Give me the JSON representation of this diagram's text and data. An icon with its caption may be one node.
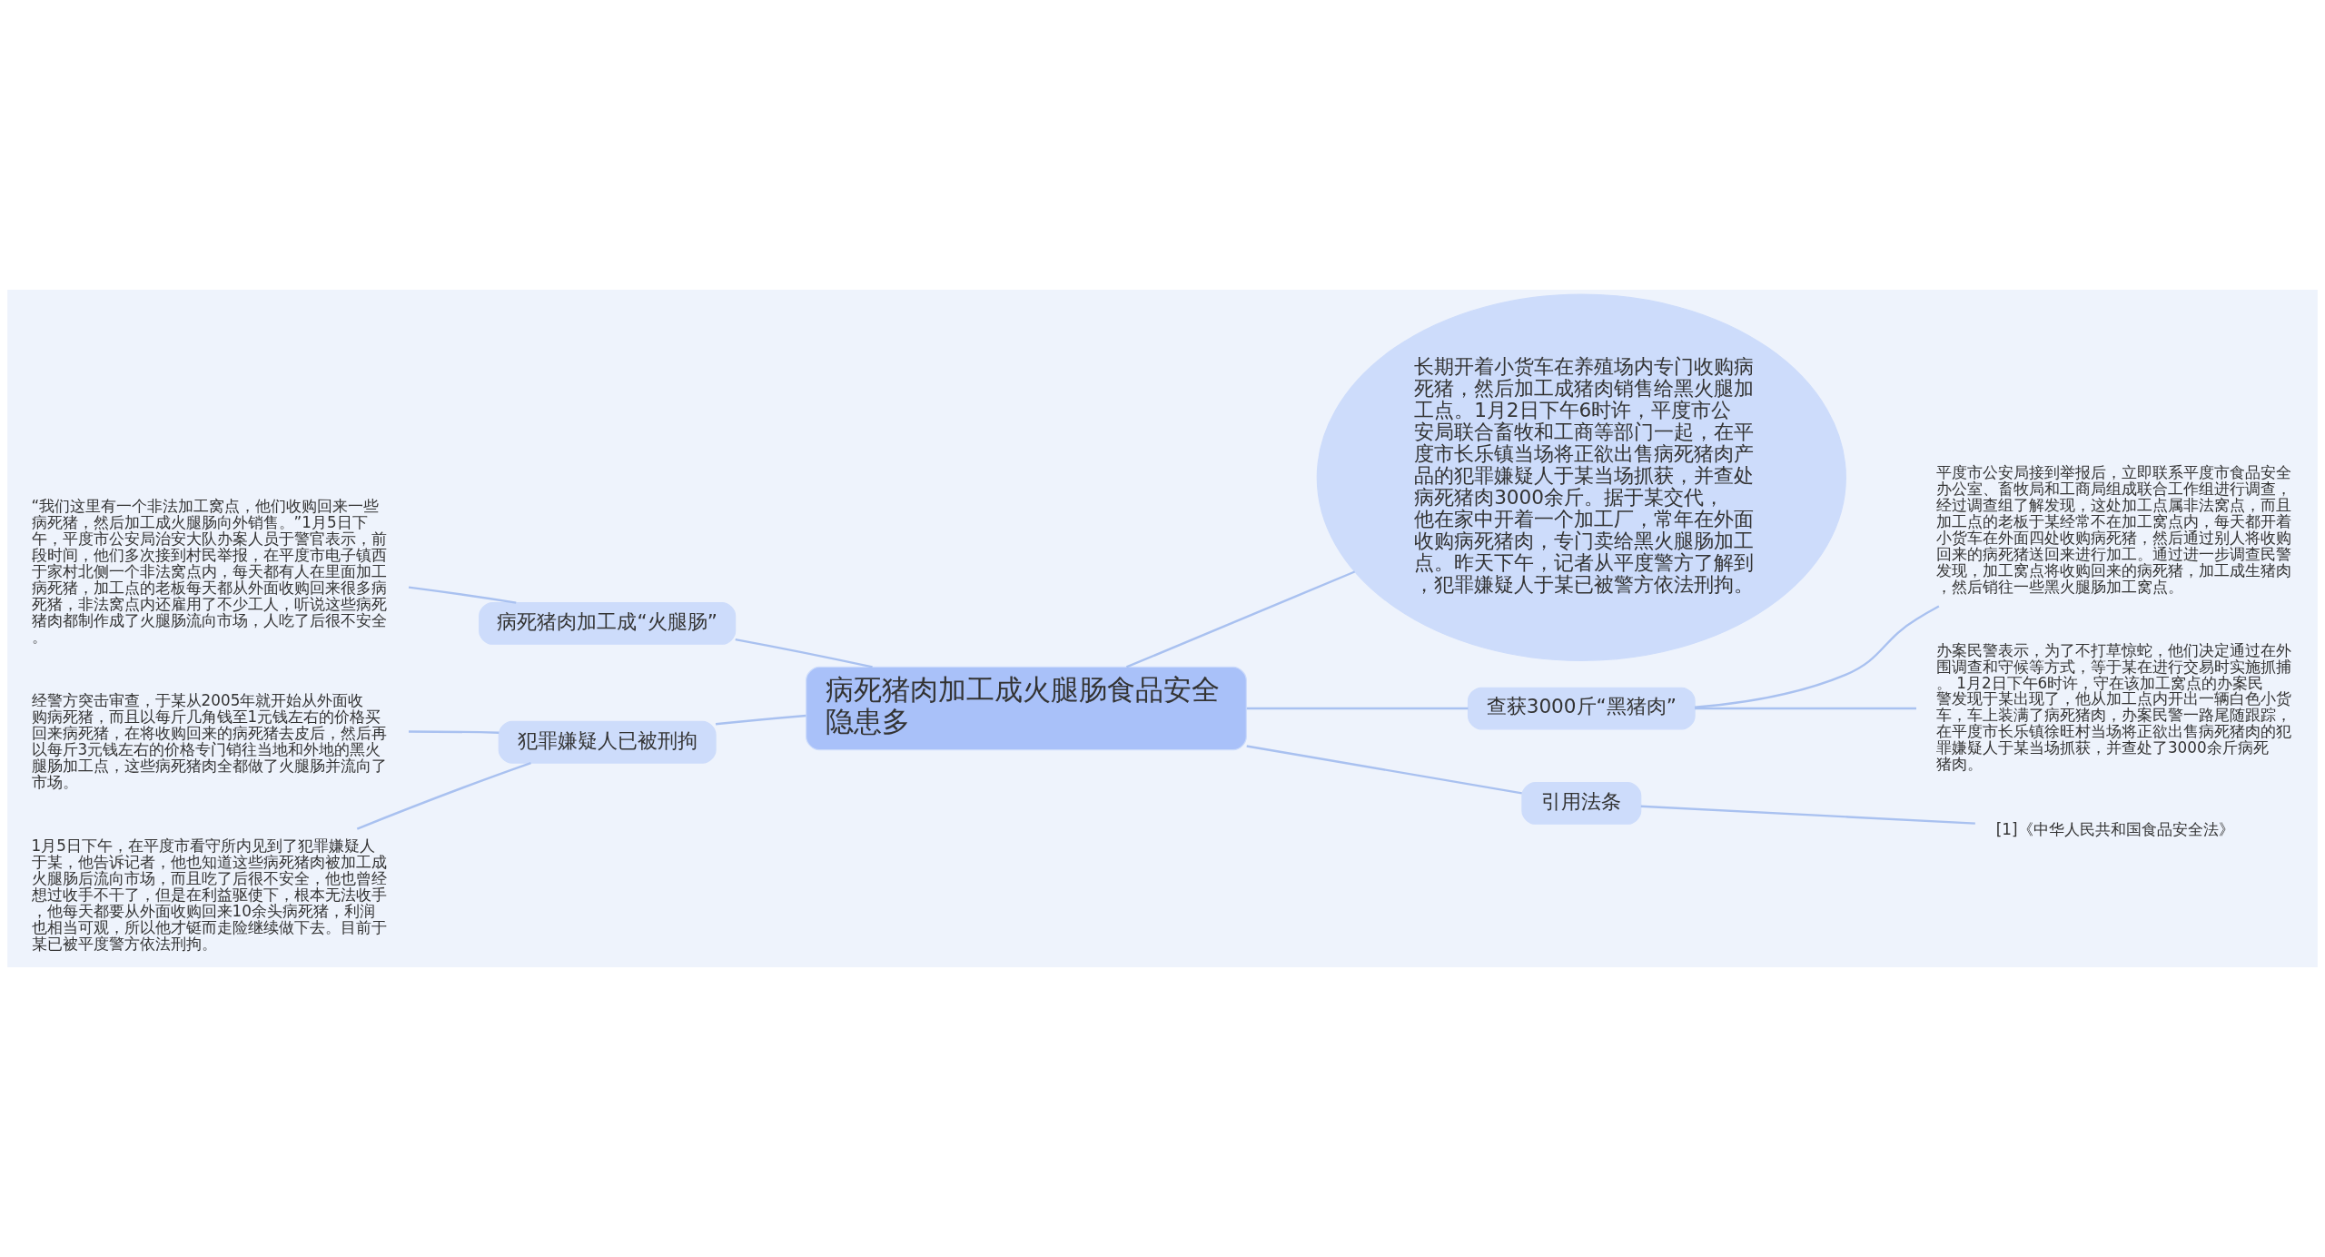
{
  "diagram": {
    "nodes": [
      {
        "text": [
          "病死猪肉加工成火腿肠食品安全隐患多"
        ]
      },
      {
        "text": [
          "长期开着小货车在养殖场内专门收购病死猪，然后加工成猪肉销售给黑火腿加工点。1月2日下午6时许，平度市公安局联合畜牧和工商等部门一起，在平度市长乐镇当场将正欲出售病死猪肉产品的犯罪嫌疑人于某当场抓获，并查处病死猪肉3000余斤。据于某交代，他在家中开着一个加工厂，常年在外面收购病死猪肉，专门卖给黑火腿肠加工点。昨天下午，记者从平度警方了解到，犯罪嫌疑人于某已被警方依法刑拘。"
        ]
      },
      {
        "text": [
          "病死猪肉加工成“火腿肠”"
        ]
      },
      {
        "text": [
          "“我们这里有一个非法加工窝点，他们收购回来一些病死猪，然后加工成火腿肠向外销售。”1月5日下午，平度市公安局治安大队办案人员于警官表示，前段时间，他们多次接到村民举报，在平度市电子镇西于家村北侧一个非法窝点内，每天都有人在里面加工病死猪，加工点的老板每天都从外面收购回来很多病死猪，非法窝点内还雇用了不少工人，听说这些病死猪肉都制作成了火腿肠流向市场，人吃了后很不安全。"
        ]
      },
      {
        "text": [
          "犯罪嫌疑人已被刑拘"
        ]
      },
      {
        "text": [
          "经警方突击审查，于某从2005年就开始从外面收购病死猪，而且以每斤几角钱至1元钱左右的价格买回来病死猪，在将收购回来的病死猪去皮后，然后再以每斤3元钱左右的价格专门销往当地和外地的黑火腿肠加工点，这些病死猪肉全都做了火腿肠并流向了市场。"
        ]
      },
      {
        "text": [
          "1月5日下午，在平度市看守所内见到了犯罪嫌疑人于某，他告诉记者，他也知道这些病死猪肉被加工成火腿肠后流向市场，而且吃了后很不安全，他也曾经想过收手不干了，但是在利益驱使下，根本无法收手，他每天都要从外面收购回来10余头病死猪，利润也相当可观，所以他才铤而走险继续做下去。目前于某已被平度警方依法刑拘。"
        ]
      },
      {
        "text": [
          "查获3000斤“黑猪肉”"
        ]
      },
      {
        "text": [
          "平度市公安局接到举报后，立即联系平度市食品安全办公室、畜牧局和工商局组成联合工作组进行调查，经过调查组了解发现，这处加工点属非法窝点，而且加工点的老板于某经常不在加工窝点内，每天都开着小货车在外面四处收购病死猪，然后通过别人将收购回来的病死猪送回来进行加工。通过进一步调查民警发现，加工窝点将收购回来的病死猪，加工成生猪肉，然后销往一些黑火腿肠加工窝点。"
        ]
      },
      {
        "text": [
          "办案民警表示，为了不打草惊蛇，他们决定通过在外围调查和守候等方式，等于某在进行交易时实施抓捕。 1月2日下午6时许，守在该加工窝点的办案民警发现于某出现了，他从加工点内开出一辆白色小货车，车上装满了病死猪肉，办案民警一路尾随跟踪，在平度市长乐镇徐旺村当场将正欲出售病死猪肉的犯罪嫌疑人于某当场抓获，并查处了3000余斤病死猪肉。"
        ]
      },
      {
        "text": [
          "引用法条"
        ]
      },
      {
        "text": [
          "[1]《中华人民共和国食品安全法》"
        ]
      }
    ],
    "edges": [
      {
        "from": 0,
        "to": 1,
        "arrow": "none"
      },
      {
        "from": 0,
        "to": 2,
        "arrow": "none"
      },
      {
        "from": 2,
        "to": 3,
        "arrow": "none"
      },
      {
        "from": 0,
        "to": 4,
        "arrow": "none"
      },
      {
        "from": 4,
        "to": 5,
        "arrow": "none"
      },
      {
        "from": 4,
        "to": 6,
        "arrow": "none"
      },
      {
        "from": 0,
        "to": 7,
        "arrow": "none"
      },
      {
        "from": 7,
        "to": 8,
        "arrow": "none"
      },
      {
        "from": 7,
        "to": 9,
        "arrow": "none"
      },
      {
        "from": 0,
        "to": 10,
        "arrow": "none"
      },
      {
        "from": 10,
        "to": 11,
        "arrow": "none"
      }
    ]
  }
}
